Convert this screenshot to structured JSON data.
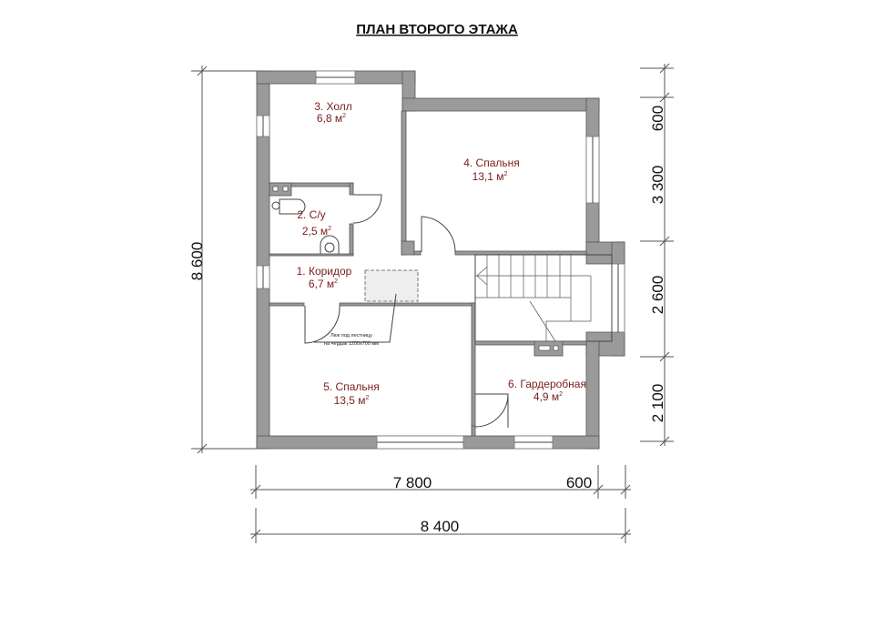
{
  "title": "ПЛАН ВТОРОГО ЭТАЖА",
  "rooms": [
    {
      "name": "1. Коридор",
      "area": "6,7 м",
      "sup": "2"
    },
    {
      "name": "2. С/у",
      "area": "2,5 м",
      "sup": "2"
    },
    {
      "name": "3. Холл",
      "area": "6,8 м",
      "sup": "2"
    },
    {
      "name": "4. Спальня",
      "area": "13,1 м",
      "sup": "2"
    },
    {
      "name": "5. Спальня",
      "area": "13,5 м",
      "sup": "2"
    },
    {
      "name": "6. Гардеробная",
      "area": "4,9 м",
      "sup": "2"
    }
  ],
  "hatch_note": [
    "Люк под лестницу",
    "на чердак 1200х700 мм"
  ],
  "dimensions": {
    "left_total": "8 600",
    "right": [
      "600",
      "3 300",
      "2 600",
      "2 100"
    ],
    "bottom_main": "7 800",
    "bottom_extra": "600",
    "bottom_total": "8 400"
  }
}
